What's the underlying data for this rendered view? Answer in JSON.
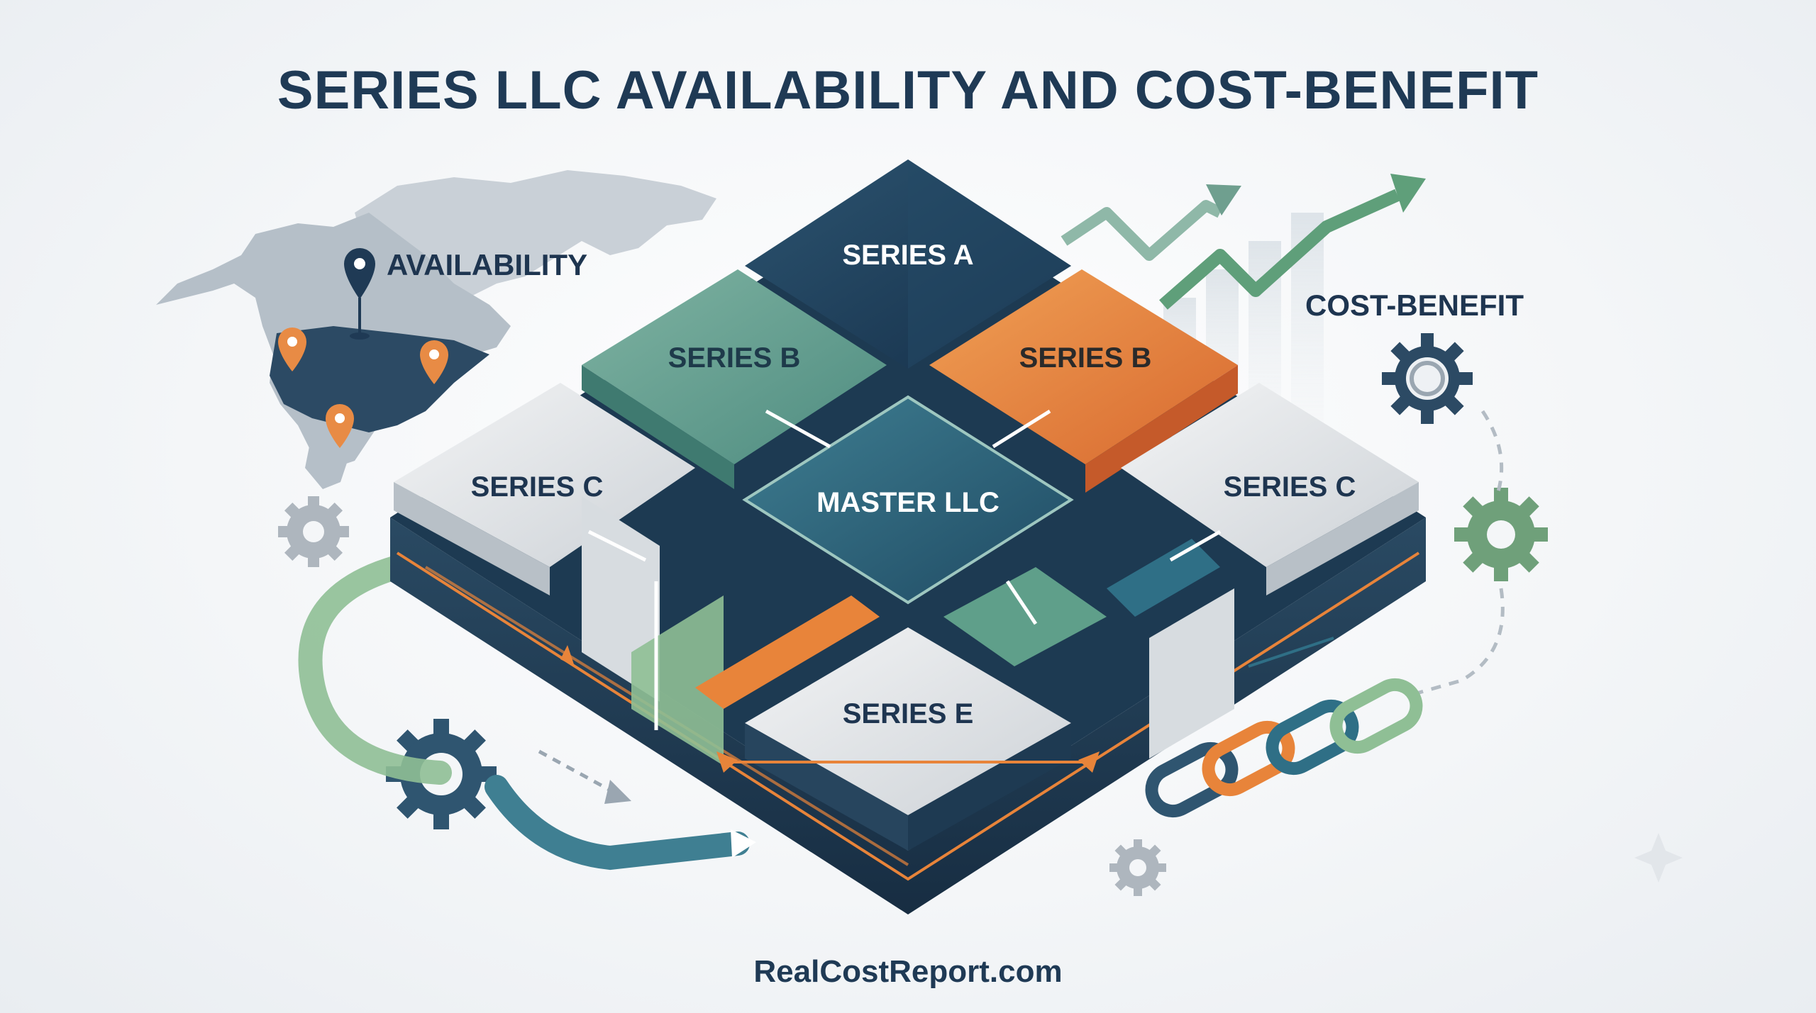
{
  "title": "SERIES LLC AVAILABILITY AND COST-BENEFIT",
  "labels": {
    "availability": "AVAILABILITY",
    "cost_benefit": "COST-BENEFIT"
  },
  "tiles": {
    "series_a": "SERIES A",
    "series_b_left": "SERIES B",
    "series_b_right": "SERIES B",
    "series_c_left": "SERIES C",
    "series_c_right": "SERIES C",
    "master": "MASTER LLC",
    "series_e": "SERIES E"
  },
  "footer": "RealCostReport.com",
  "colors": {
    "navy": "#1f3a55",
    "teal": "#2f6f86",
    "green": "#5f9f8a",
    "orange": "#e8843a",
    "gray_tile": "#e4e7ea",
    "pin_orange": "#e88b45"
  },
  "icons": [
    "map-pin-icon",
    "gear-icon",
    "trend-arrow-icon",
    "chain-link-icon",
    "sparkle-icon"
  ]
}
